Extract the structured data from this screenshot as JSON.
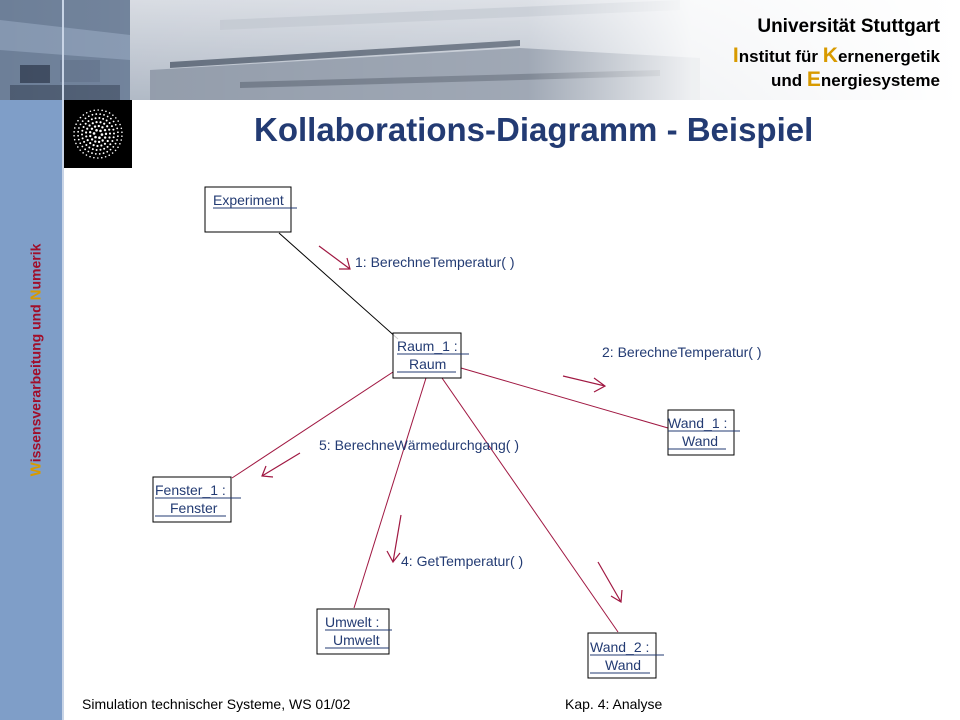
{
  "header": {
    "university": "Universität Stuttgart",
    "institute_line1": {
      "initial": "I",
      "rest1": "nstitut für ",
      "accent": "K",
      "rest2": "ernenergetik"
    },
    "institute_line2": {
      "prefix": "und ",
      "accent": "E",
      "rest": "nergiesysteme"
    }
  },
  "title": "Kollaborations-Diagramm - Beispiel",
  "sidebar": {
    "label_part1": "W",
    "label_part2": "issensverarbeitung und ",
    "label_part3": "N",
    "label_part4": "umerik"
  },
  "colors": {
    "title": "#233b73",
    "sidebar": "#7f9ec8",
    "accent": "#d89a00",
    "sidebar_text": "#a10e2a",
    "link_line": "#a01842"
  },
  "diagram": {
    "objects": [
      {
        "id": "experiment",
        "lines": [
          "Experiment"
        ]
      },
      {
        "id": "raum",
        "lines": [
          "Raum_1 :",
          "Raum"
        ]
      },
      {
        "id": "wand1",
        "lines": [
          "Wand_1 :",
          "Wand"
        ]
      },
      {
        "id": "fenster",
        "lines": [
          "Fenster_1 :",
          "Fenster"
        ]
      },
      {
        "id": "umwelt",
        "lines": [
          "Umwelt :",
          "Umwelt"
        ]
      },
      {
        "id": "wand2",
        "lines": [
          "Wand_2 :",
          "Wand"
        ]
      }
    ],
    "messages": [
      {
        "id": "msg1",
        "text": "1: BerechneTemperatur( )"
      },
      {
        "id": "msg2",
        "text": "2: BerechneTemperatur( )"
      },
      {
        "id": "msg5",
        "text": "5: BerechneWärmedurchgang( )"
      },
      {
        "id": "msg4",
        "text": "4: GetTemperatur( )"
      }
    ]
  },
  "footer": {
    "left": "Simulation technischer Systeme, WS 01/02",
    "right": "Kap. 4:  Analyse"
  },
  "icons": [
    "university-logo-icon",
    "building-photo"
  ]
}
